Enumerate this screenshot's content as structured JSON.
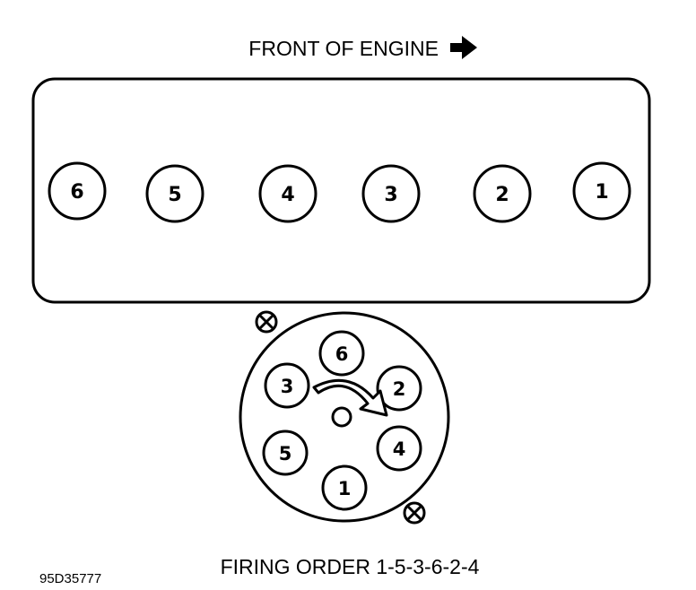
{
  "header": {
    "front_label": "FRONT OF ENGINE",
    "arrow_icon": "right-arrow-icon"
  },
  "engine_block": {
    "cylinders": [
      "6",
      "5",
      "4",
      "3",
      "2",
      "1"
    ]
  },
  "distributor_cap": {
    "terminals": [
      "6",
      "2",
      "4",
      "1",
      "5",
      "3"
    ],
    "rotation_icon": "clockwise-rotation-arrow-icon",
    "mount_icon": "mounting-screw-icon"
  },
  "footer": {
    "firing_order": "FIRING ORDER 1-5-3-6-2-4",
    "figure_code": "95D35777"
  }
}
